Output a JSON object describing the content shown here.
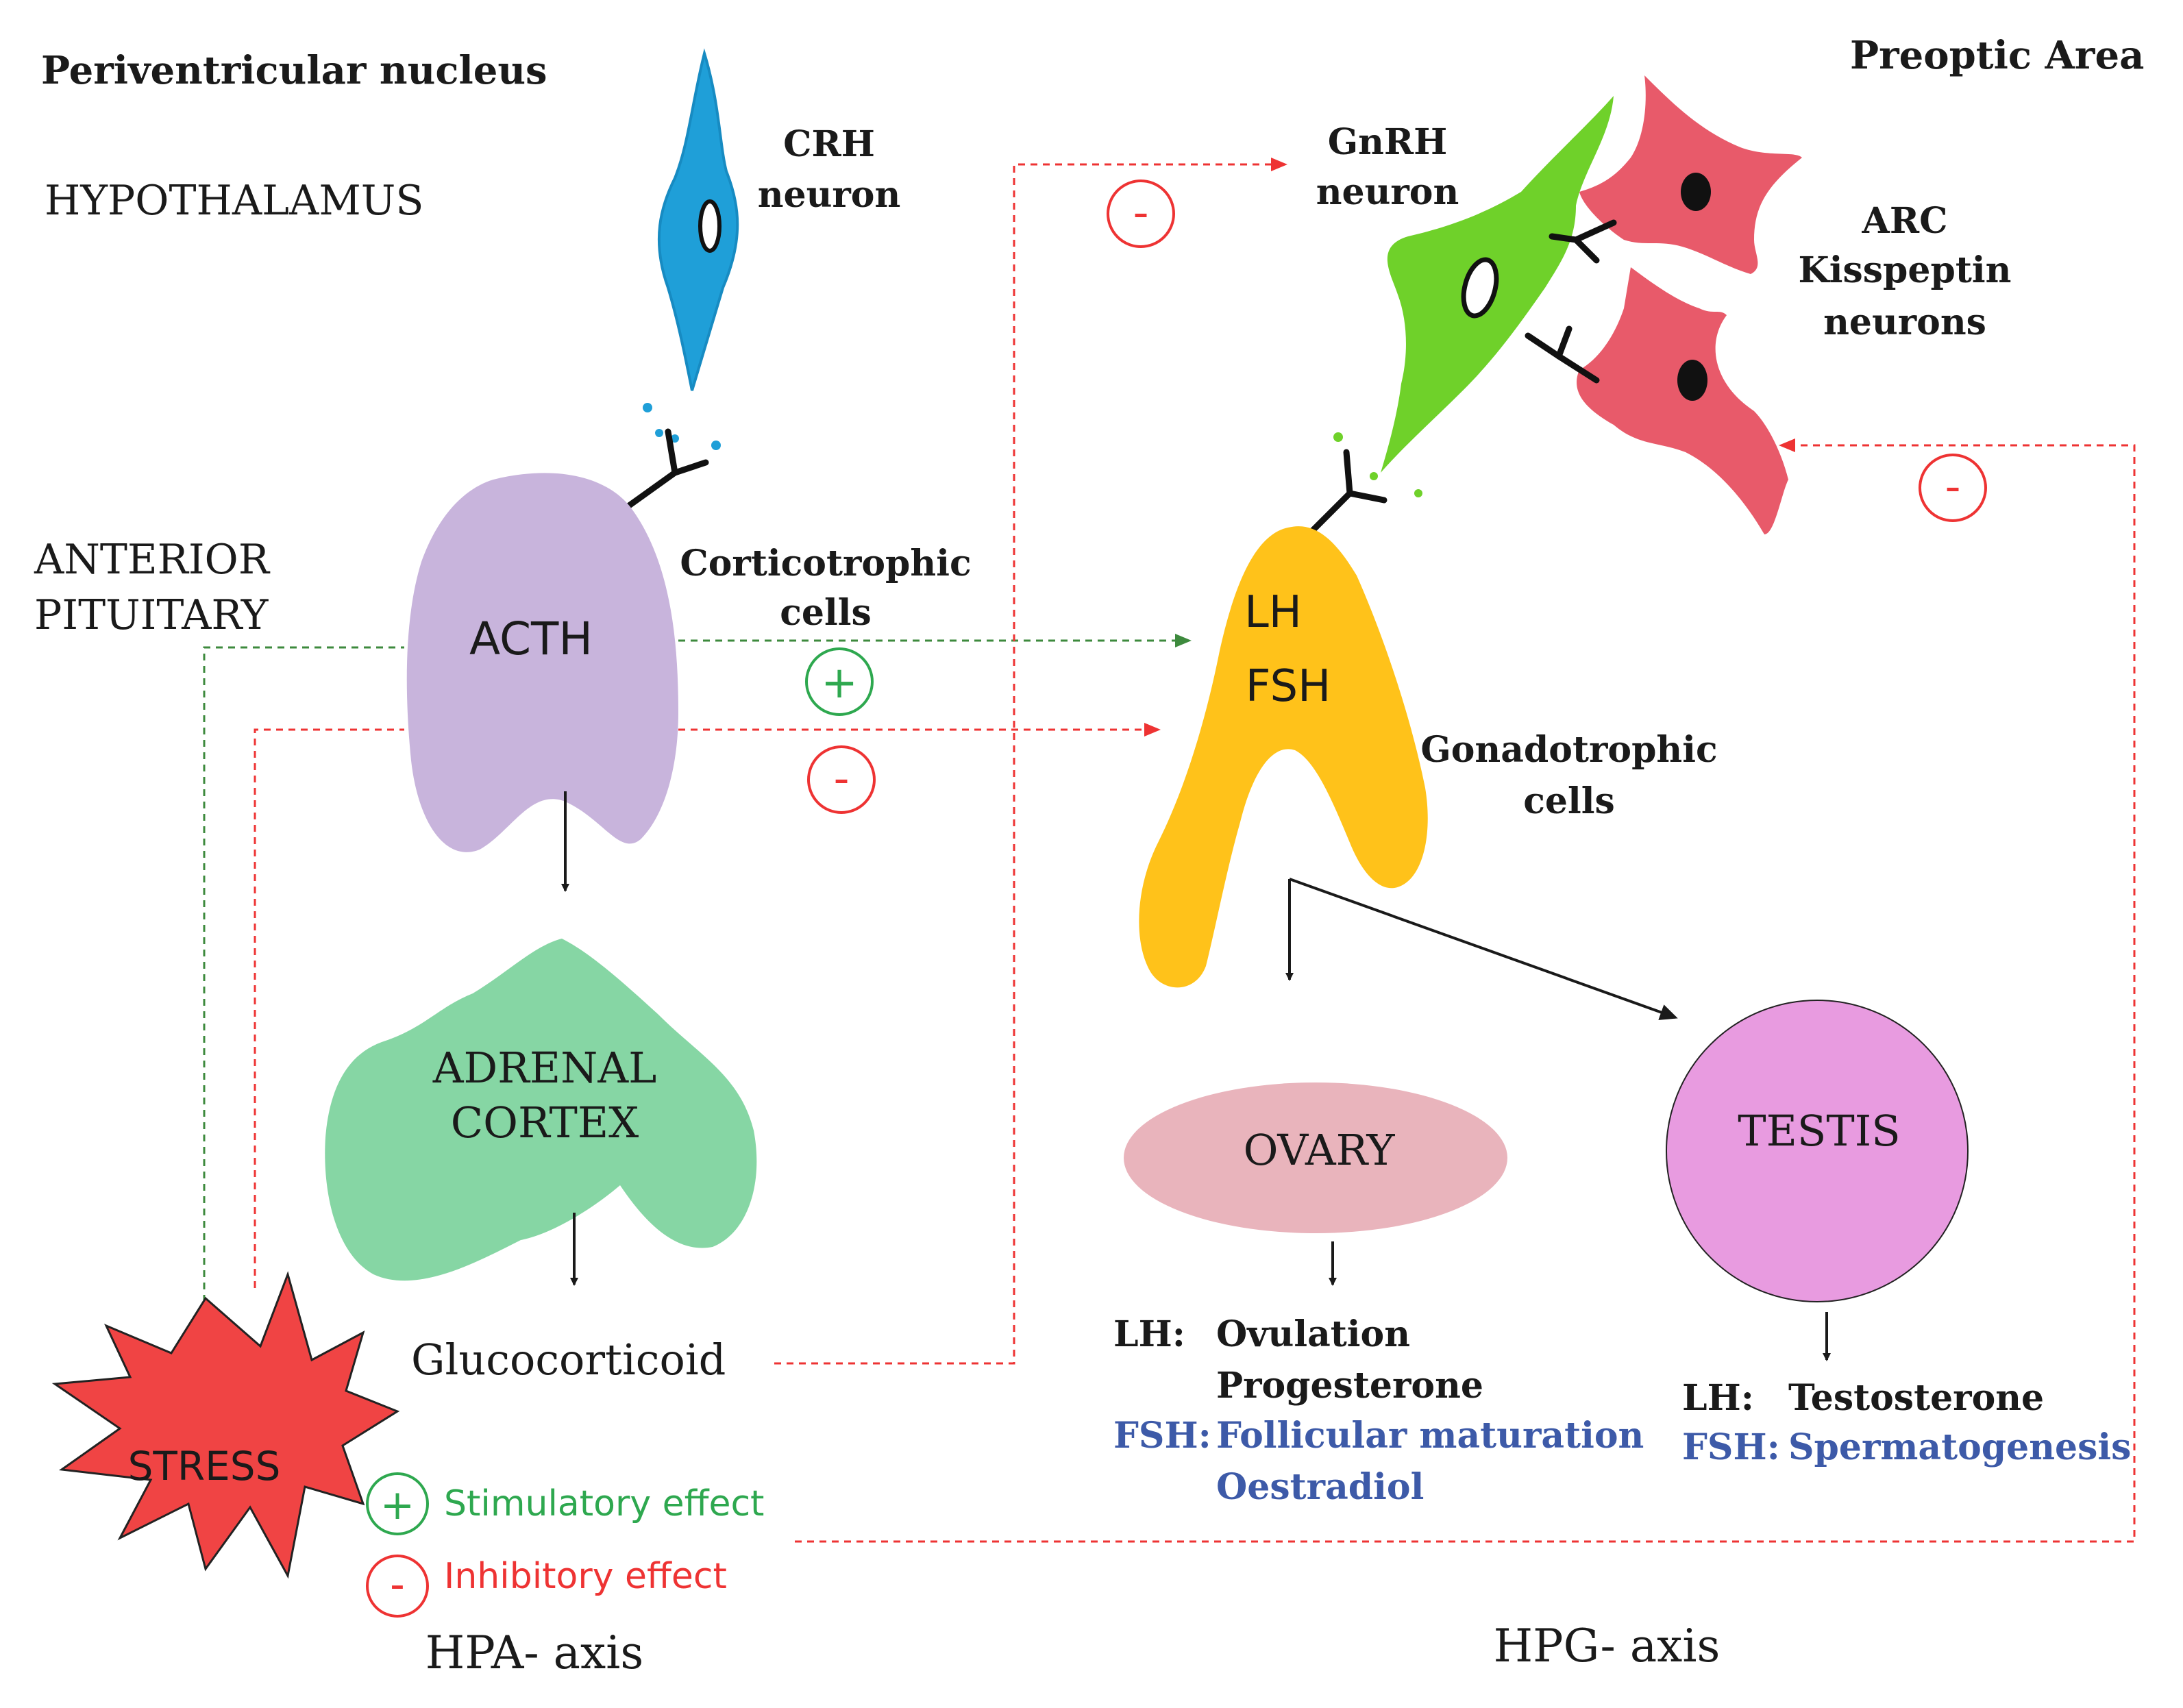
{
  "colors": {
    "crh_neuron": "#1f9fd8",
    "gnrh_neuron": "#6fd12a",
    "kisspeptin_neurons": "#e85a6a",
    "acth_cells": "#c8b4dc",
    "adrenal_cortex": "#86d6a4",
    "gonadotrophs": "#ffc21a",
    "ovary": "#e9b4bc",
    "testis": "#e89be0",
    "stress": "#f04444",
    "stimulatory": "#2ea84f",
    "inhibitory": "#ee3333",
    "fsh_text": "#3d5aa8"
  },
  "labels": {
    "periventricular": "Periventricular nucleus",
    "hypothalamus": "HYPOTHALAMUS",
    "preoptic": "Preoptic Area",
    "crh_line1": "CRH",
    "crh_line2": "neuron",
    "gnrh_line1": "GnRH",
    "gnrh_line2": "neuron",
    "arc_line1": "ARC",
    "arc_line2": "Kisspeptin",
    "arc_line3": "neurons",
    "anterior_line1": "ANTERIOR",
    "anterior_line2": "PITUITARY",
    "acth": "ACTH",
    "cortico_line1": "Corticotrophic",
    "cortico_line2": "cells",
    "lh": "LH",
    "fsh": "FSH",
    "gonado_line1": "Gonadotrophic",
    "gonado_line2": "cells",
    "adrenal_line1": "ADRENAL",
    "adrenal_line2": "CORTEX",
    "glucocorticoid": "Glucocorticoid",
    "ovary": "OVARY",
    "testis": "TESTIS",
    "stress": "STRESS",
    "plus": "+",
    "minus": "-",
    "ovary_lh_prefix": "LH:",
    "ovary_lh_1": "Ovulation",
    "ovary_lh_2": "Progesterone",
    "ovary_fsh_prefix": "FSH:",
    "ovary_fsh_1": "Follicular  maturation",
    "ovary_fsh_2": "Oestradiol",
    "testis_lh_prefix": "LH:",
    "testis_lh_1": "Testosterone",
    "testis_fsh_prefix": "FSH:",
    "testis_fsh_1": "Spermatogenesis",
    "legend_stim": "Stimulatory effect",
    "legend_inhib": "Inhibitory effect",
    "hpa_axis": "HPA- axis",
    "hpg_axis": "HPG- axis"
  }
}
